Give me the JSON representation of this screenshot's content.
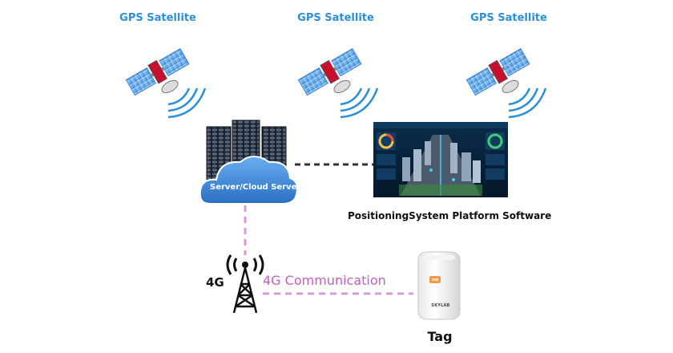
{
  "satellites": [
    {
      "label": "GPS Satellite"
    },
    {
      "label": "GPS Satellite"
    },
    {
      "label": "GPS Satellite"
    }
  ],
  "server": {
    "label": "Server/Cloud Server"
  },
  "platform": {
    "label": "PositioningSystem Platform Software"
  },
  "tower": {
    "label": "4G"
  },
  "link": {
    "label": "4G Communication"
  },
  "tag": {
    "label": "Tag",
    "brand": "SKYLAB"
  },
  "colors": {
    "satellite_text": "#2a8fd8",
    "communication_text": "#c060c0",
    "cloud": "#3a86d6",
    "dashed_pink": "#d89ad8",
    "dashed_dark": "#333333",
    "tag_led": "#f39a4a"
  }
}
